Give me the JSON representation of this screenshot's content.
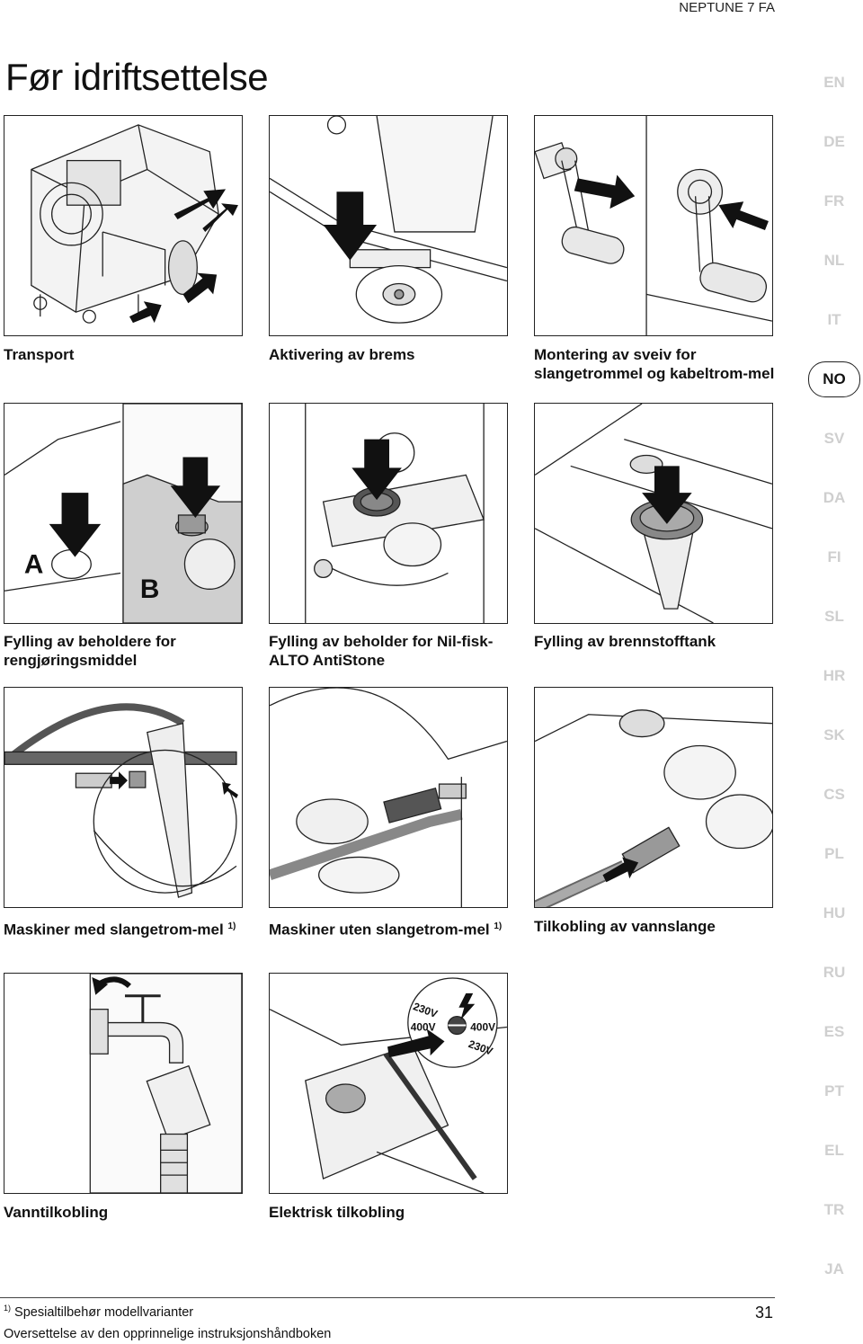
{
  "header": {
    "model": "NEPTUNE 7 FA"
  },
  "page_title": "Før idriftsettelse",
  "languages": [
    "EN",
    "DE",
    "FR",
    "NL",
    "IT",
    "NO",
    "SV",
    "DA",
    "FI",
    "SL",
    "HR",
    "SK",
    "CS",
    "PL",
    "HU",
    "RU",
    "ES",
    "PT",
    "EL",
    "TR",
    "JA"
  ],
  "active_language": "NO",
  "figures": [
    {
      "caption": "Transport"
    },
    {
      "caption": "Aktivering av brems"
    },
    {
      "caption": "Montering av sveiv for slangetrommel og kabeltrom-mel"
    },
    {
      "caption": "Fylling av beholdere for rengjøringsmiddel",
      "labels": [
        "A",
        "B"
      ]
    },
    {
      "caption": "Fylling av beholder for Nil-fisk-ALTO AntiStone"
    },
    {
      "caption": "Fylling av brennstofftank"
    },
    {
      "caption": "Maskiner med slangetrom-mel",
      "note": "1)"
    },
    {
      "caption": "Maskiner uten slangetrom-mel",
      "note": "1)"
    },
    {
      "caption": "Tilkobling av vannslange"
    },
    {
      "caption": "Vanntilkobling"
    },
    {
      "caption": "Elektrisk tilkobling",
      "labels": [
        "230V",
        "400V",
        "400V",
        "230V"
      ]
    }
  ],
  "footnote": {
    "marker": "1)",
    "text": "Spesialtilbehør modellvarianter"
  },
  "footer": {
    "text": "Oversettelse av den opprinnelige instruksjonshåndboken"
  },
  "page_number": "31"
}
